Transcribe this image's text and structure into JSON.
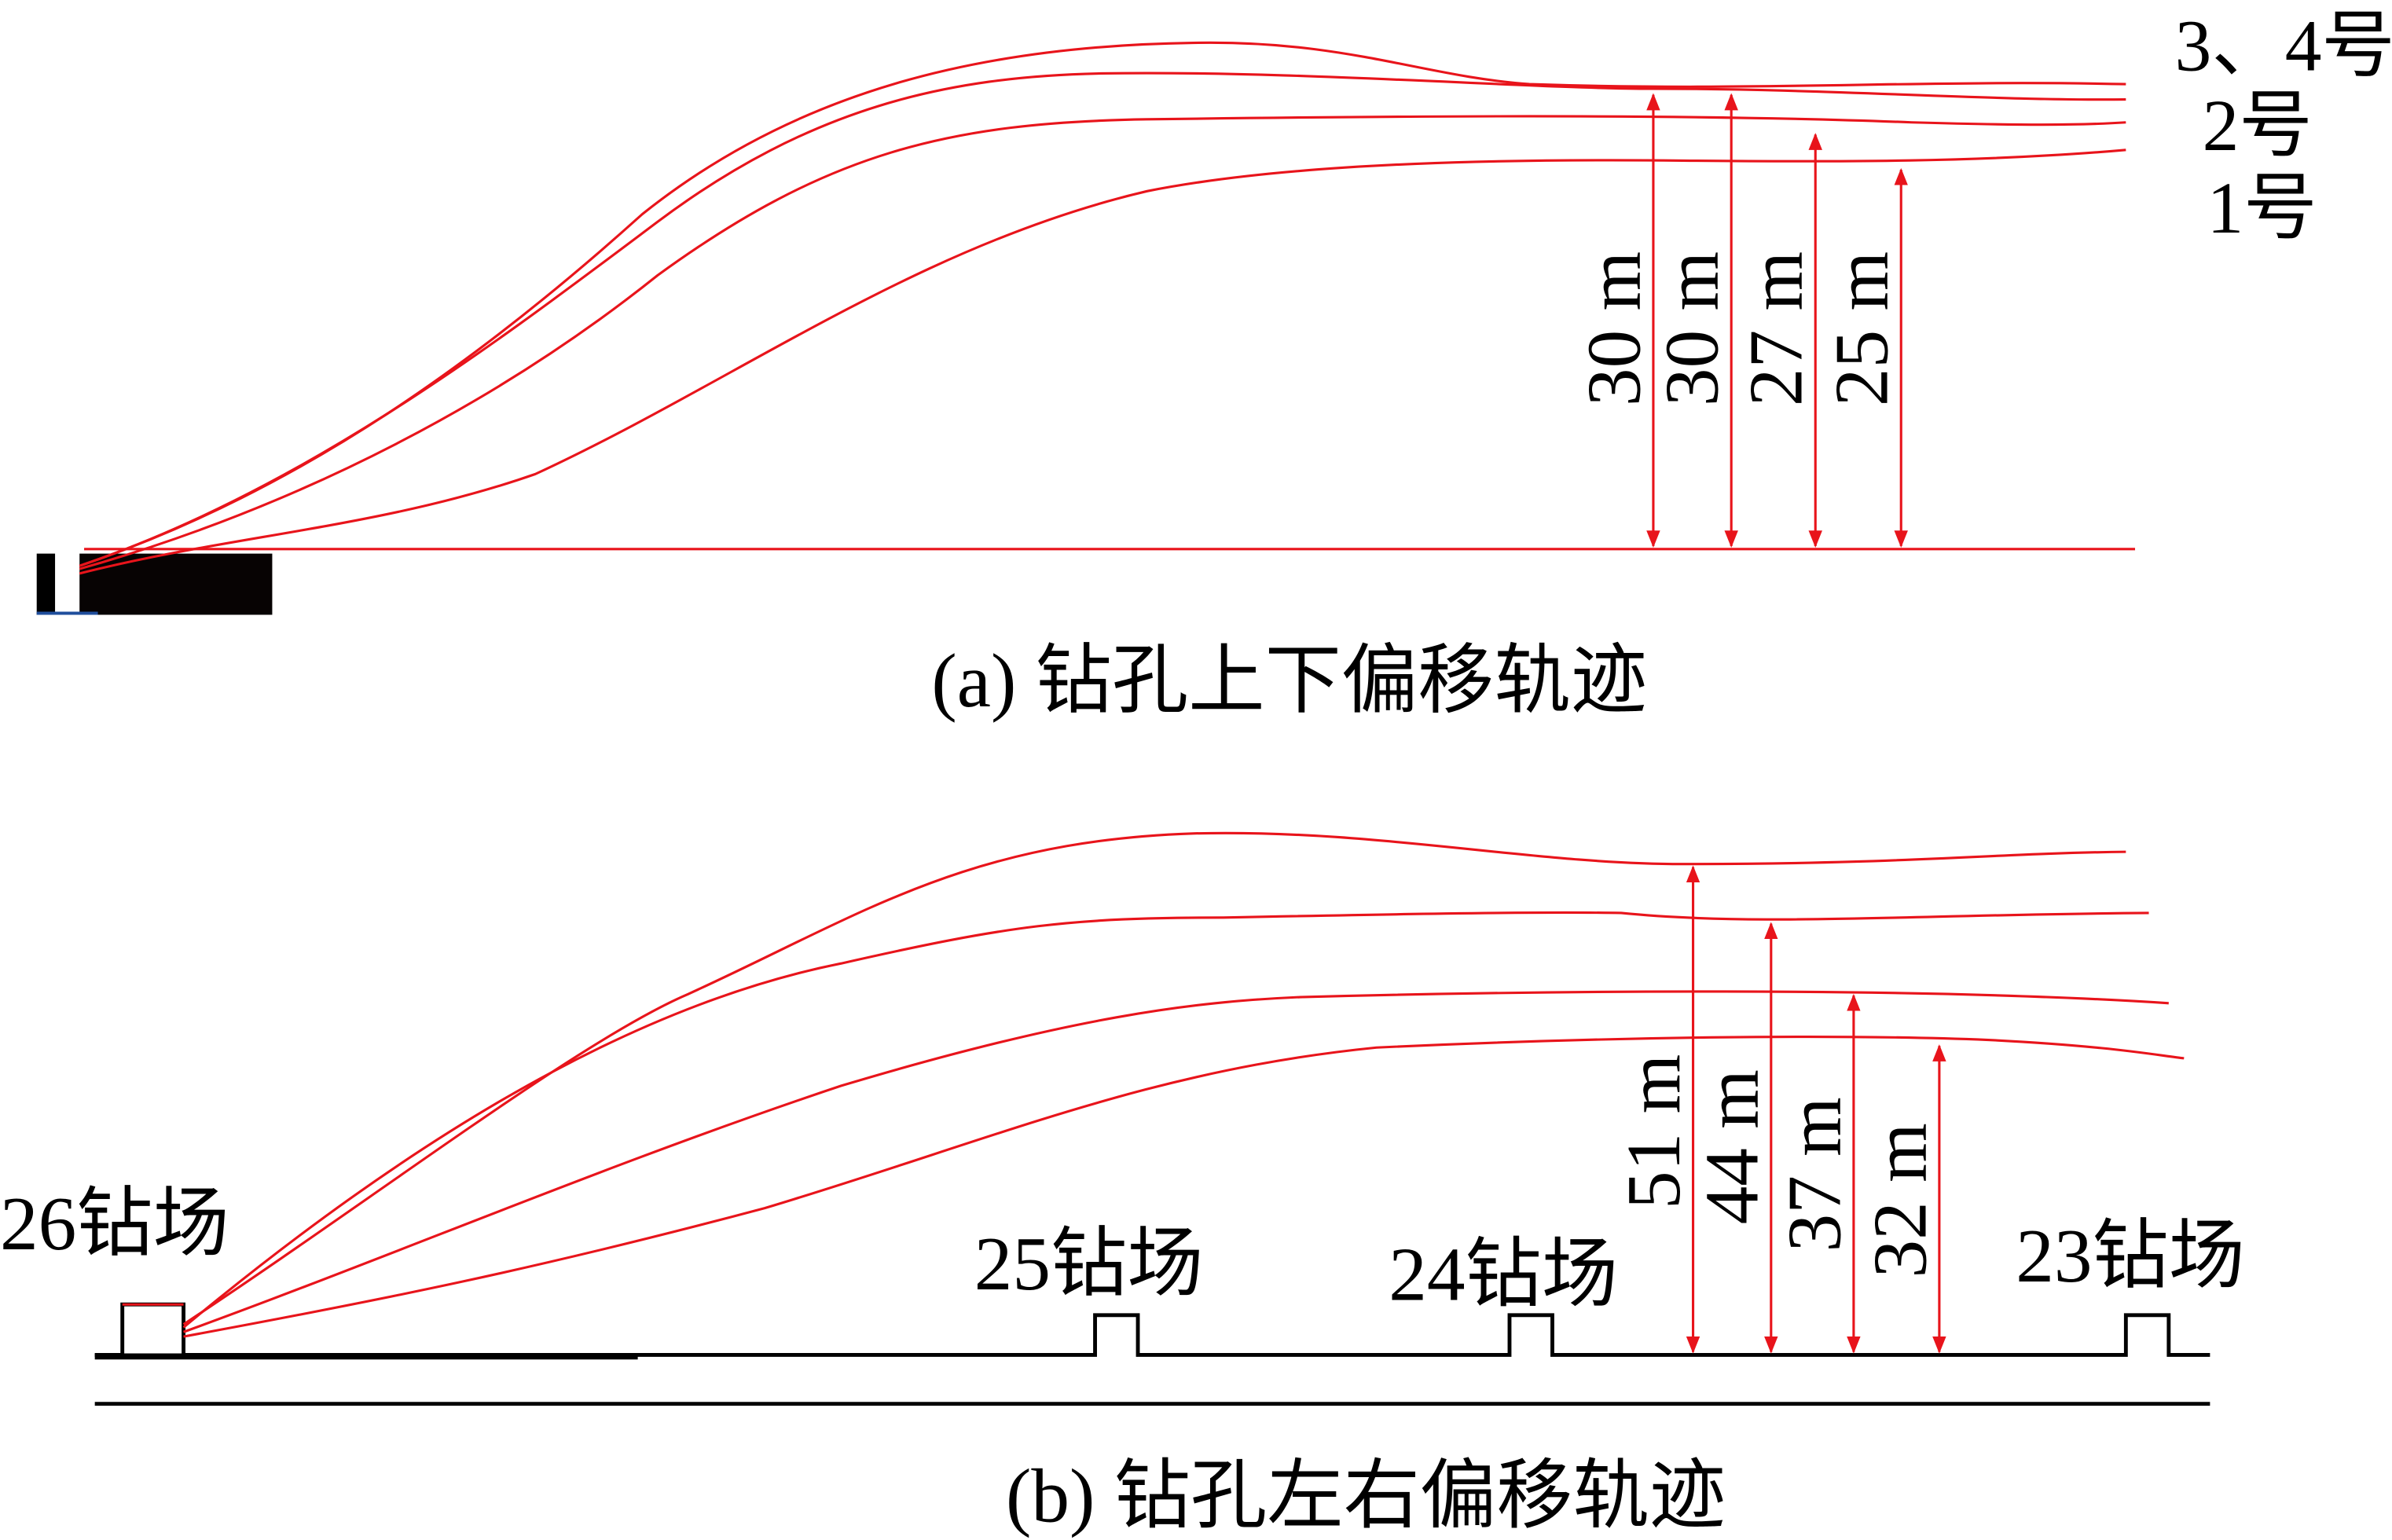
{
  "colors": {
    "trajectory": "#e8141b",
    "ground": "#000000",
    "accent": "#1f4e9c"
  },
  "panel_a": {
    "caption": "(a) 钻孔上下偏移轨迹",
    "hole_labels": [
      "3、4号",
      "2号",
      "1号"
    ],
    "offsets": [
      "30 m",
      "30 m",
      "27 m",
      "25 m"
    ]
  },
  "panel_b": {
    "caption": "(b) 钻孔左右偏移轨迹",
    "site_labels": [
      "26钻场",
      "25钻场",
      "24钻场",
      "23钻场"
    ],
    "offsets": [
      "51 m",
      "44 m",
      "37 m",
      "32 m"
    ]
  }
}
